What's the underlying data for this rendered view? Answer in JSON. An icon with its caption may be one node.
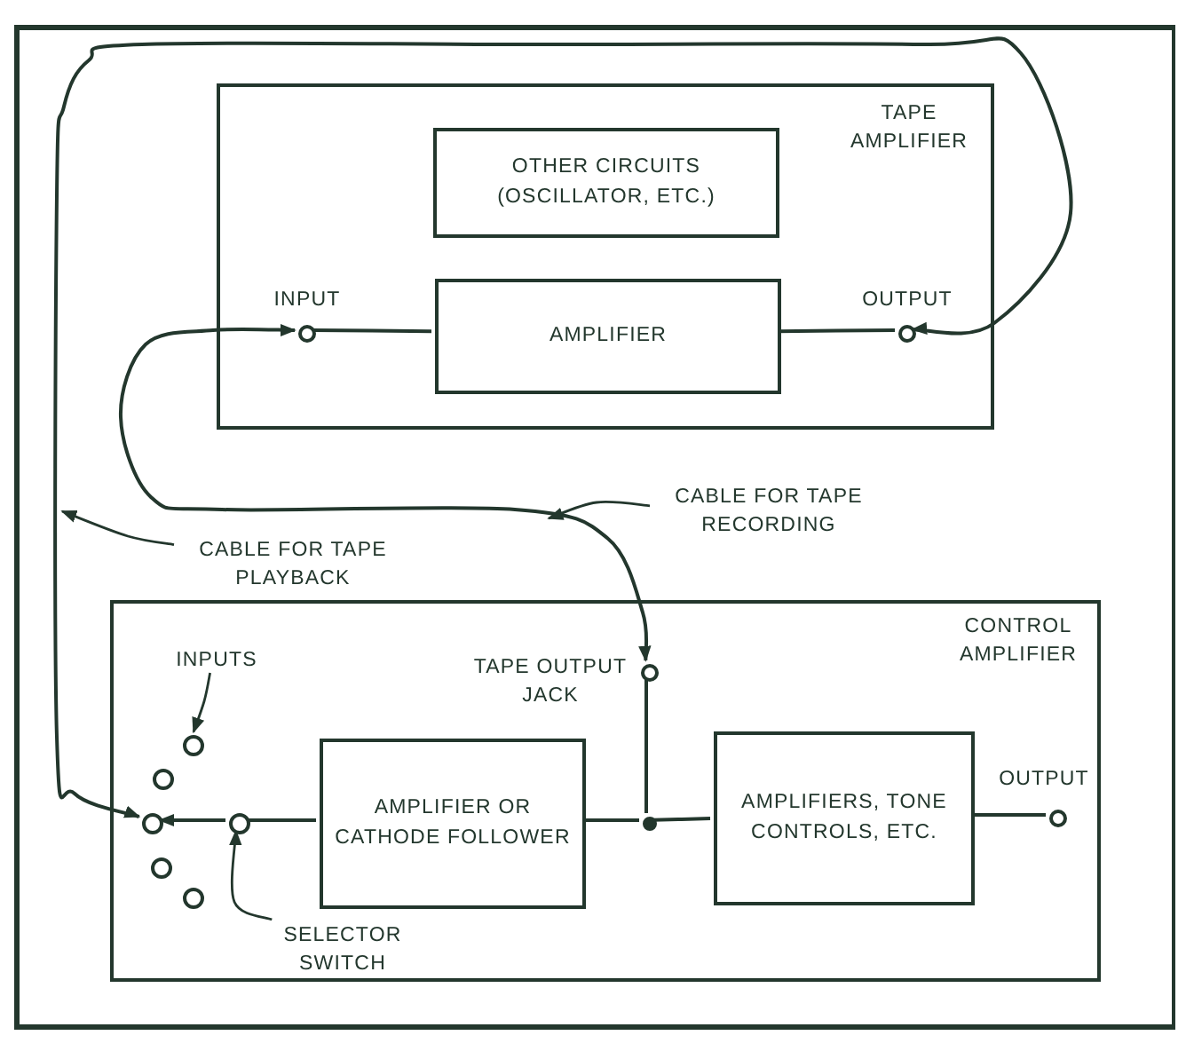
{
  "diagram": {
    "nodes": [
      {
        "text": [
          "TAPE AMPLIFIER"
        ]
      },
      {
        "text": [
          "OTHER CIRCUITS (OSCILLATOR, ETC.)"
        ],
        "in": 0
      },
      {
        "text": [],
        "shape": "circle",
        "in": 0,
        "beside": [
          "INPUT"
        ]
      },
      {
        "text": [
          "AMPLIFIER"
        ],
        "in": 0
      },
      {
        "text": [],
        "shape": "circle",
        "in": 0,
        "beside": [
          "OUTPUT"
        ]
      },
      {
        "text": [
          "CONTROL AMPLIFIER"
        ]
      },
      {
        "text": [
          "INPUTS"
        ],
        "in": 5
      },
      {
        "text": [],
        "shape": "circle",
        "in": 5
      },
      {
        "text": [],
        "shape": "circle",
        "in": 5
      },
      {
        "text": [],
        "shape": "circle",
        "in": 5
      },
      {
        "text": [],
        "shape": "circle",
        "in": 5
      },
      {
        "text": [],
        "shape": "circle",
        "in": 5
      },
      {
        "text": [],
        "shape": "circle",
        "in": 5
      },
      {
        "text": [
          "SELECTOR SWITCH"
        ],
        "in": 5
      },
      {
        "text": [
          "AMPLIFIER OR CATHODE FOLLOWER"
        ],
        "in": 5
      },
      {
        "text": [],
        "shape": "circle",
        "in": 5
      },
      {
        "text": [],
        "shape": "circle",
        "in": 5,
        "beside": [
          "TAPE OUTPUT JACK"
        ]
      },
      {
        "text": [
          "AMPLIFIERS, TONE CONTROLS, ETC."
        ],
        "in": 5
      },
      {
        "text": [],
        "shape": "circle",
        "in": 5,
        "beside": [
          "OUTPUT"
        ]
      },
      {
        "text": [
          "CABLE FOR TAPE PLAYBACK"
        ]
      },
      {
        "text": [
          "CABLE FOR TAPE RECORDING"
        ]
      }
    ],
    "edges": [
      {
        "from": 2,
        "to": 3,
        "arrow": "none"
      },
      {
        "from": 3,
        "to": 4,
        "arrow": "none"
      },
      {
        "from": 4,
        "to": 9,
        "arrow": "both"
      },
      {
        "from": 2,
        "to": 16,
        "arrow": "both"
      },
      {
        "from": 19,
        "to": null,
        "arrow": "to"
      },
      {
        "from": 20,
        "to": null,
        "arrow": "to"
      },
      {
        "from": 6,
        "to": 7,
        "arrow": "to"
      },
      {
        "from": 12,
        "to": 9,
        "arrow": "to"
      },
      {
        "from": 13,
        "to": 12,
        "arrow": "to"
      },
      {
        "from": 12,
        "to": 14,
        "arrow": "none"
      },
      {
        "from": 14,
        "to": 15,
        "arrow": "none"
      },
      {
        "from": 15,
        "to": 16,
        "arrow": "none"
      },
      {
        "from": 15,
        "to": 17,
        "arrow": "none"
      },
      {
        "from": 17,
        "to": 18,
        "arrow": "none"
      }
    ]
  }
}
